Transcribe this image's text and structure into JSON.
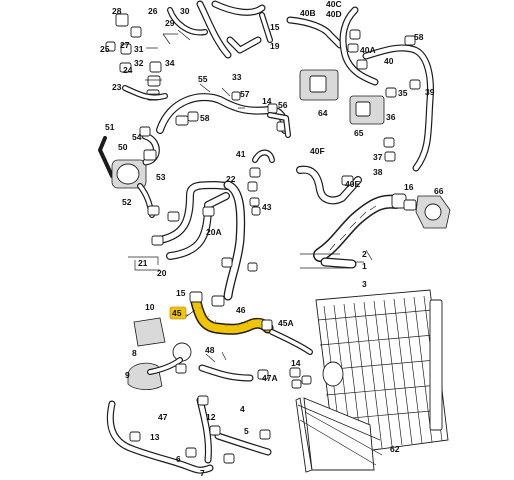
{
  "diagram": {
    "highlight_color": "#f0c400",
    "callouts": [
      {
        "id": "c28",
        "text": "28"
      },
      {
        "id": "c26",
        "text": "26"
      },
      {
        "id": "c29",
        "text": "29"
      },
      {
        "id": "c30",
        "text": "30"
      },
      {
        "id": "c27",
        "text": "27"
      },
      {
        "id": "c25",
        "text": "25"
      },
      {
        "id": "c31",
        "text": "31"
      },
      {
        "id": "c32",
        "text": "32"
      },
      {
        "id": "c34",
        "text": "34"
      },
      {
        "id": "c24",
        "text": "24"
      },
      {
        "id": "c33",
        "text": "33"
      },
      {
        "id": "c23",
        "text": "23"
      },
      {
        "id": "c55",
        "text": "55"
      },
      {
        "id": "c57",
        "text": "57"
      },
      {
        "id": "c14a",
        "text": "14"
      },
      {
        "id": "c56",
        "text": "56"
      },
      {
        "id": "c58a",
        "text": "58"
      },
      {
        "id": "c51",
        "text": "51"
      },
      {
        "id": "c54",
        "text": "54"
      },
      {
        "id": "c50",
        "text": "50"
      },
      {
        "id": "c40C",
        "text": "40C"
      },
      {
        "id": "c40B",
        "text": "40B"
      },
      {
        "id": "c40D",
        "text": "40D"
      },
      {
        "id": "c15a",
        "text": "15"
      },
      {
        "id": "c19",
        "text": "19"
      },
      {
        "id": "c40A",
        "text": "40A"
      },
      {
        "id": "c58b",
        "text": "58"
      },
      {
        "id": "c40",
        "text": "40"
      },
      {
        "id": "c35",
        "text": "35"
      },
      {
        "id": "c39",
        "text": "39"
      },
      {
        "id": "c64",
        "text": "64"
      },
      {
        "id": "c65",
        "text": "65"
      },
      {
        "id": "c36",
        "text": "36"
      },
      {
        "id": "c37",
        "text": "37"
      },
      {
        "id": "c38",
        "text": "38"
      },
      {
        "id": "c40F",
        "text": "40F"
      },
      {
        "id": "c40E",
        "text": "40E"
      },
      {
        "id": "c41",
        "text": "41"
      },
      {
        "id": "c22",
        "text": "22"
      },
      {
        "id": "c43",
        "text": "43"
      },
      {
        "id": "c53",
        "text": "53"
      },
      {
        "id": "c52",
        "text": "52"
      },
      {
        "id": "c20A",
        "text": "20A"
      },
      {
        "id": "c21",
        "text": "21"
      },
      {
        "id": "c20",
        "text": "20"
      },
      {
        "id": "c16",
        "text": "16"
      },
      {
        "id": "c66",
        "text": "66"
      },
      {
        "id": "c2",
        "text": "2"
      },
      {
        "id": "c1",
        "text": "1"
      },
      {
        "id": "c3",
        "text": "3"
      },
      {
        "id": "c10",
        "text": "10"
      },
      {
        "id": "c45",
        "text": "45"
      },
      {
        "id": "c46",
        "text": "46"
      },
      {
        "id": "c45A",
        "text": "45A"
      },
      {
        "id": "c48",
        "text": "48"
      },
      {
        "id": "c8",
        "text": "8"
      },
      {
        "id": "c9",
        "text": "9"
      },
      {
        "id": "c47A",
        "text": "47A"
      },
      {
        "id": "c47",
        "text": "47"
      },
      {
        "id": "c4",
        "text": "4"
      },
      {
        "id": "c5",
        "text": "5"
      },
      {
        "id": "c6",
        "text": "6"
      },
      {
        "id": "c7",
        "text": "7"
      },
      {
        "id": "c13",
        "text": "13"
      },
      {
        "id": "c62",
        "text": "62"
      },
      {
        "id": "c14b",
        "text": "14"
      },
      {
        "id": "c15b",
        "text": "15"
      },
      {
        "id": "c12",
        "text": "12"
      }
    ]
  }
}
